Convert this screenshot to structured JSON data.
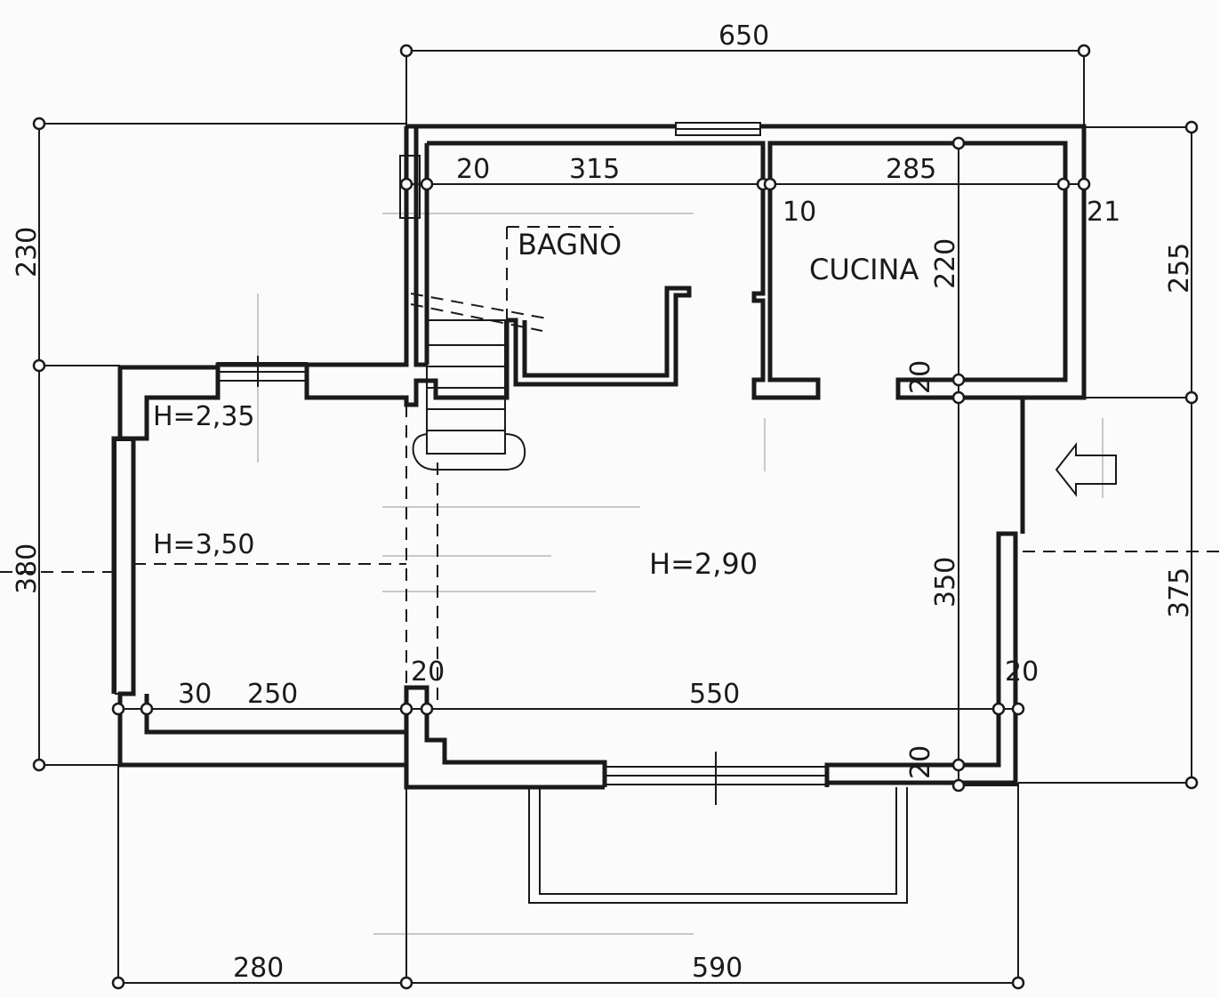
{
  "rooms": {
    "bagno": "BAGNO",
    "cucina": "CUCINA"
  },
  "heights": {
    "h_235": "H=2,35",
    "h_350": "H=3,50",
    "h_290": "H=2,90"
  },
  "dimensions": {
    "top_overall": "650",
    "bagno_wall": "20",
    "bagno_width": "315",
    "cucina_width": "285",
    "partition": "10",
    "cucina_wall": "21",
    "left_upper": "230",
    "left_lower": "380",
    "right_upper": "255",
    "right_lower": "375",
    "cucina_depth": "220",
    "living_depth": "350",
    "cucina_sill": "20",
    "left_wall": "30",
    "left_room": "250",
    "mid_wall": "20",
    "living_width": "550",
    "right_wall": "20",
    "bottom_wall": "20",
    "bottom_left": "280",
    "bottom_right": "590"
  }
}
